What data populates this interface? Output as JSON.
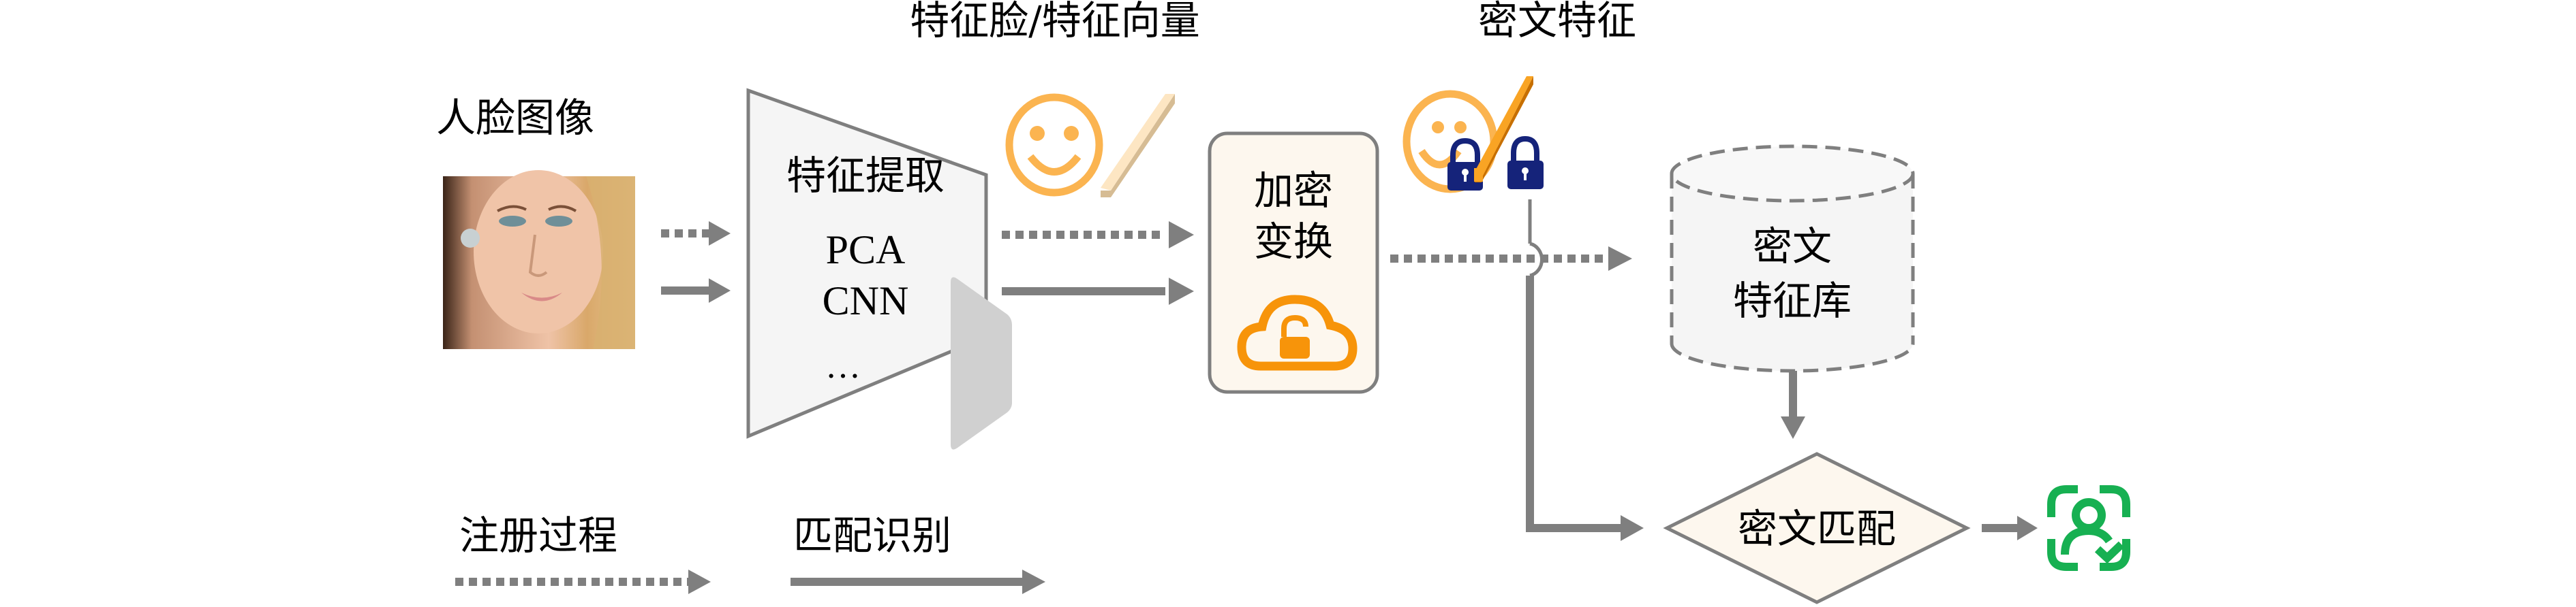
{
  "labels": {
    "face_image": "人脸图像",
    "feature_face_vector": "特征脸/特征向量",
    "cipher_feature": "密文特征",
    "register_process": "注册过程",
    "match_recognize": "匹配识别"
  },
  "extractor": {
    "title": "特征提取",
    "methods": [
      "PCA",
      "CNN",
      "…"
    ]
  },
  "encrypt": {
    "line1": "加密",
    "line2": "变换"
  },
  "database": {
    "line1": "密文",
    "line2": "特征库"
  },
  "match": {
    "label": "密文匹配"
  },
  "icons": {
    "face_photo": "face-photo",
    "smiley": "smiley-face-icon",
    "vector_bar": "feature-vector-bar-icon",
    "cloud_lock": "cloud-unlock-icon",
    "padlock": "padlock-icon",
    "verified_user": "face-verified-icon"
  },
  "legend": [
    {
      "label": "注册过程",
      "style": "dotted"
    },
    {
      "label": "匹配识别",
      "style": "solid"
    }
  ],
  "colors": {
    "arrow": "#7f7f7f",
    "extractor_fill": "#f5f5f5",
    "encrypt_fill": "#fdf7ee",
    "orange": "#fbb450",
    "orange_strong": "#f7940a",
    "lock_blue": "#15237a",
    "green": "#17b052",
    "bar_light": "#fde6c3",
    "bar_shadow": "#d6bc94"
  }
}
